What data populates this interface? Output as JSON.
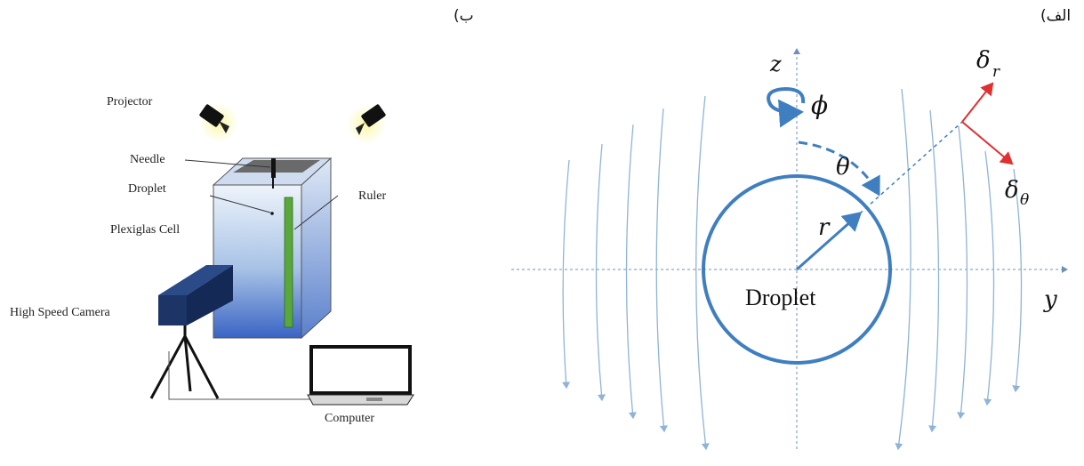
{
  "panels": {
    "setup_label": "ب)",
    "field_label": "الف)"
  },
  "setup": {
    "projector": "Projector",
    "needle": "Needle",
    "droplet": "Droplet",
    "ruler": "Ruler",
    "cell": "Plexiglas Cell",
    "camera": "High Speed Camera",
    "computer": "Computer"
  },
  "field": {
    "axis_z": "z",
    "axis_y": "y",
    "phi": "ϕ",
    "theta": "θ",
    "r": "r",
    "droplet": "Droplet",
    "delta_r": "δ",
    "delta_r_sub": "r",
    "delta_theta": "δ",
    "delta_theta_sub": "θ"
  },
  "colors": {
    "field_blue": "#3f7fc0",
    "streamline": "#8fb4d8",
    "vector_red": "#e03030",
    "ruler_green": "#5aa83c",
    "camera_navy": "#1c3466",
    "light_yellow": "#f6f08a"
  }
}
